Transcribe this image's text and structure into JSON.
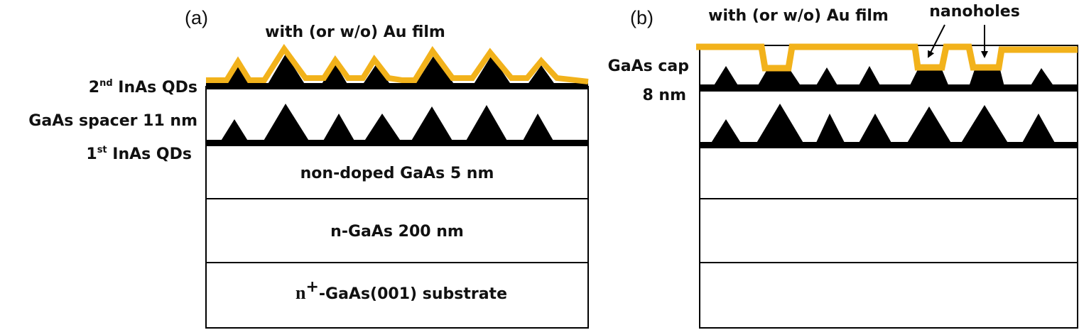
{
  "colors": {
    "gold_film": "#F2B21B",
    "layer_fill": "#000000",
    "outline": "#000000",
    "background": "#FFFFFF"
  },
  "panel_a": {
    "tag": "(a)",
    "film_label": "with (or w/o) Au film",
    "second_qd": {
      "base": "2",
      "sup": "nd",
      "rest": " InAs QDs"
    },
    "spacer": "GaAs spacer 11 nm",
    "first_qd": {
      "base": "1",
      "sup": "st",
      "rest": " InAs QDs"
    },
    "layers": {
      "non_doped": "non-doped GaAs 5 nm",
      "n_gaas": "n-GaAs 200 nm",
      "substrate": {
        "prefix": "n",
        "sup": "+",
        "rest": "-GaAs(001) substrate"
      }
    }
  },
  "panel_b": {
    "tag": "(b)",
    "film_label": "with (or w/o) Au film",
    "nanoholes": "nanoholes",
    "cap_label_1": "GaAs cap",
    "cap_label_2": "8 nm"
  }
}
